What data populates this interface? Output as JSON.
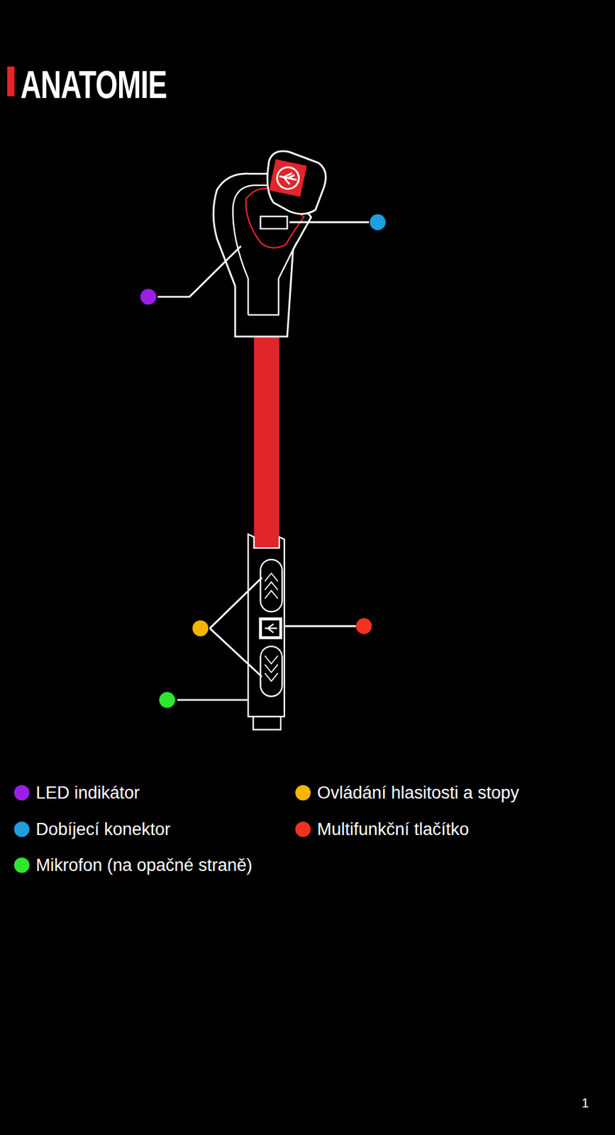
{
  "diagram": {
    "title": "ANATOMIE",
    "labels": [
      "1"
    ],
    "legend": [
      {
        "text": "LED indikátor",
        "color": "#9b1ee6"
      },
      {
        "text": "Dobíjecí konektor",
        "color": "#1d9fe0"
      },
      {
        "text": "Mikrofon (na opačné straně)",
        "color": "#2ee62e"
      },
      {
        "text": "Ovládání hlasitosti a stopy",
        "color": "#f5b400"
      },
      {
        "text": "Multifunkční tlačítko",
        "color": "#f0321e"
      }
    ]
  }
}
